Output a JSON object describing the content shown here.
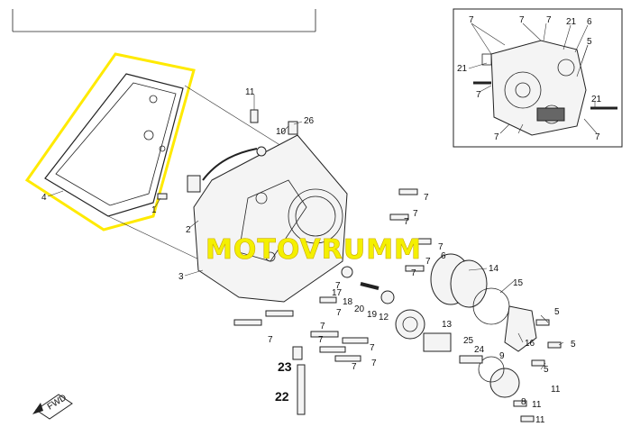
{
  "watermark": "MOTOVRUMM",
  "direction_badge": "FWD",
  "callouts_main": {
    "c1": "1",
    "c2": "2",
    "c3": "3",
    "c4": "4",
    "c5a": "5",
    "c5b": "5",
    "c5c": "5",
    "c6": "6",
    "c7": [
      "7",
      "7",
      "7",
      "7",
      "7",
      "7",
      "7",
      "7",
      "7",
      "7",
      "7",
      "7",
      "7",
      "7",
      "7",
      "7",
      "7"
    ],
    "c8": "8",
    "c9": "9",
    "c10": "10",
    "c11a": "11",
    "c11b": "11",
    "c11c": "11",
    "c11d": "11",
    "c12": "12",
    "c13": "13",
    "c14": "14",
    "c15": "15",
    "c16": "16",
    "c17": "17",
    "c18": "18",
    "c19": "19",
    "c20": "20",
    "c22": "22",
    "c23": "23",
    "c24": "24",
    "c25": "25",
    "c26": "26"
  },
  "callouts_inset": {
    "i7a": "7",
    "i7b": "7",
    "i7c": "7",
    "i7d": "7",
    "i7e": "7",
    "i21a": "21",
    "i21b": "21",
    "i21c": "21",
    "i6": "6",
    "i5": "5"
  },
  "colors": {
    "highlight": "#ffea00",
    "watermark_fill": "#f4f000",
    "line": "#222222"
  }
}
